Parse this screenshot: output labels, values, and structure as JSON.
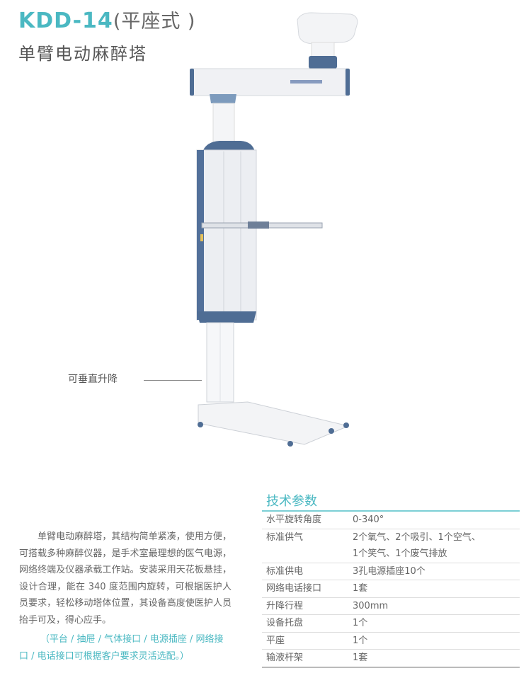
{
  "header": {
    "model": "KDD-14",
    "variant": "(平座式 )",
    "product_name": "单臂电动麻醉塔"
  },
  "illustration": {
    "callout": "可垂直升降",
    "colors": {
      "accent_blue": "#4f6d94",
      "body": "#eef0f3"
    }
  },
  "description": {
    "main": "单臂电动麻醉塔，其结构简单紧凑，使用方便，可搭载多种麻醉仪器，是手术室最理想的医气电源，网络终端及仪器承载工作站。安装采用天花板悬挂，设计合理，能在 340 度范围内旋转，可根据医护人员要求，轻松移动塔体位置，其设备高度使医护人员抬手可及，得心应手。",
    "options": "（平台 / 抽屉 / 气体接口 / 电源插座 / 网络接口 / 电话接口可根据客户要求灵活选配。）"
  },
  "specs": {
    "title": "技术参数",
    "rows": [
      {
        "label": "水平旋转角度",
        "value": "0-340°"
      },
      {
        "label": "标准供气",
        "value": "2个氧气、2个吸引、1个空气、",
        "value2": "1个笑气、1个废气排放"
      },
      {
        "label": "标准供电",
        "value": "3孔电源插座10个"
      },
      {
        "label": "网络电话接口",
        "value": "1套"
      },
      {
        "label": "升降行程",
        "value": "300mm"
      },
      {
        "label": "设备托盘",
        "value": "1个"
      },
      {
        "label": "平座",
        "value": "1个"
      },
      {
        "label": "输液杆架",
        "value": "1套"
      }
    ]
  },
  "colors": {
    "accent": "#4ab8c2",
    "text": "#666666"
  }
}
